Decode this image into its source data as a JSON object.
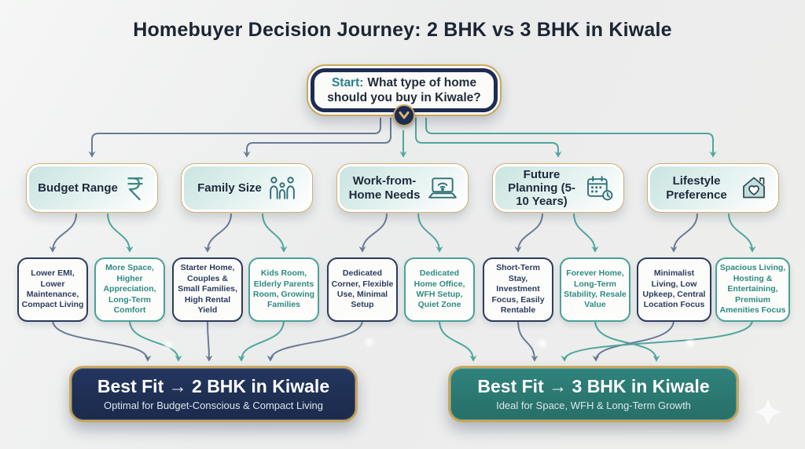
{
  "title": "Homebuyer Decision Journey: 2 BHK vs 3 BHK in Kiwale",
  "start": {
    "prefix": "Start:",
    "question": "What type of home should you buy in Kiwale?"
  },
  "categories": [
    {
      "label": "Budget Range",
      "icon": "rupee-icon"
    },
    {
      "label": "Family Size",
      "icon": "family-icon"
    },
    {
      "label": "Work-from-Home Needs",
      "icon": "laptop-wifi-icon"
    },
    {
      "label": "Future Planning (5-10 Years)",
      "icon": "calendar-clock-icon"
    },
    {
      "label": "Lifestyle Preference",
      "icon": "house-heart-icon"
    }
  ],
  "options": [
    {
      "text": "Lower EMI, Lower Maintenance, Compact Living",
      "variant": "2bhk"
    },
    {
      "text": "More Space, Higher Appreciation, Long-Term Comfort",
      "variant": "3bhk"
    },
    {
      "text": "Starter Home, Couples & Small Families, High Rental Yield",
      "variant": "2bhk"
    },
    {
      "text": "Kids Room, Elderly Parents Room, Growing Families",
      "variant": "3bhk"
    },
    {
      "text": "Dedicated Corner, Flexible Use, Minimal Setup",
      "variant": "2bhk"
    },
    {
      "text": "Dedicated Home Office, WFH Setup, Quiet Zone",
      "variant": "3bhk"
    },
    {
      "text": "Short-Term Stay, Investment Focus, Easily Rentable",
      "variant": "2bhk"
    },
    {
      "text": "Forever Home, Long-Term Stability, Resale Value",
      "variant": "3bhk"
    },
    {
      "text": "Minimalist Living, Low Upkeep, Central Location Focus",
      "variant": "2bhk"
    },
    {
      "text": "Spacious Living, Hosting & Entertaining, Premium Amenities Focus",
      "variant": "3bhk"
    }
  ],
  "results": [
    {
      "title": "Best Fit → 2 BHK in Kiwale",
      "subtitle": "Optimal for Budget-Conscious & Compact Living"
    },
    {
      "title": "Best Fit → 3 BHK in Kiwale",
      "subtitle": "Ideal for Space, WFH & Long-Term Growth"
    }
  ],
  "colors": {
    "navy": "#1d2c52",
    "teal": "#2f837c",
    "gold": "#c9a75c",
    "arrow_navy": "#6b7a97",
    "arrow_teal": "#4fa79d",
    "mint_fill": "#c9e4e1"
  }
}
